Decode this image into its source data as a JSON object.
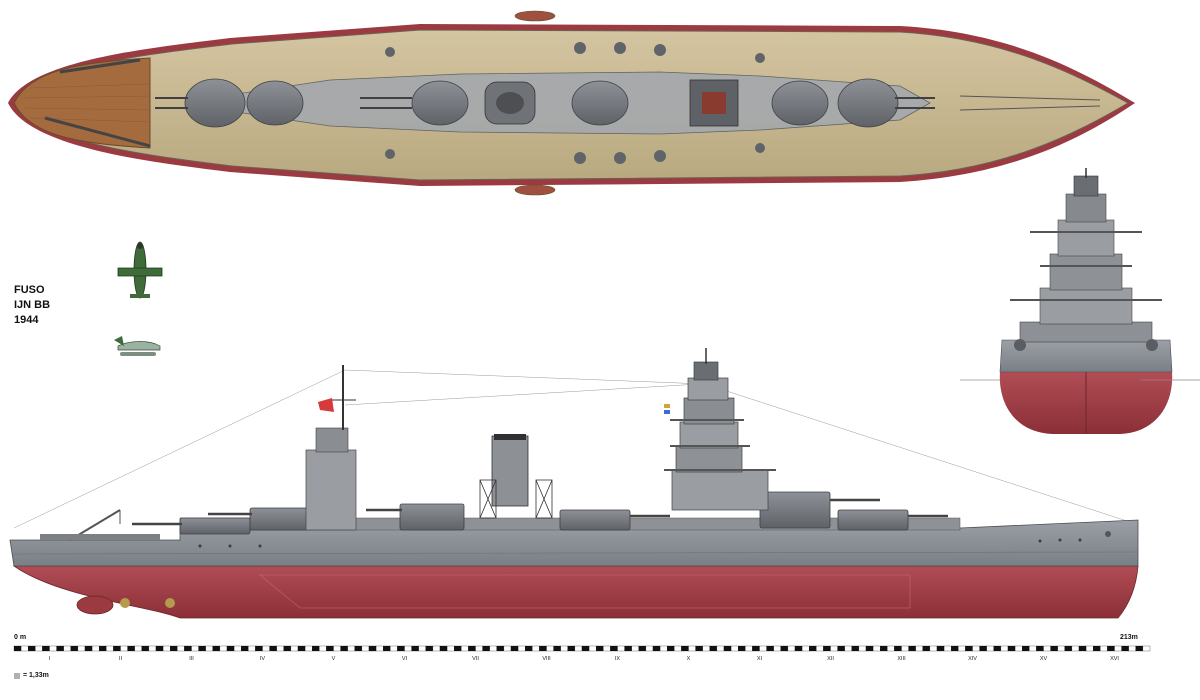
{
  "title": {
    "name": "FUSO",
    "type": "IJN BB",
    "year": "1944"
  },
  "scale": {
    "start_label": "0 m",
    "end_label": "213m",
    "segment_value": "= 1,33m",
    "roman_ticks": [
      "I",
      "II",
      "III",
      "IV",
      "V",
      "VI",
      "VII",
      "VIII",
      "IX",
      "X",
      "XI",
      "XII",
      "XIII",
      "XIV",
      "XV",
      "XVI"
    ]
  },
  "colors": {
    "hull_red": "#a8444c",
    "hull_red_dark": "#8d3038",
    "hull_grey": "#8c8f94",
    "superstructure_grey": "#9a9da2",
    "dark_grey": "#5e6166",
    "deck_tan": "#c9b994",
    "wood_deck": "#a06a40",
    "aircraft_green": "#3f6b3a"
  }
}
